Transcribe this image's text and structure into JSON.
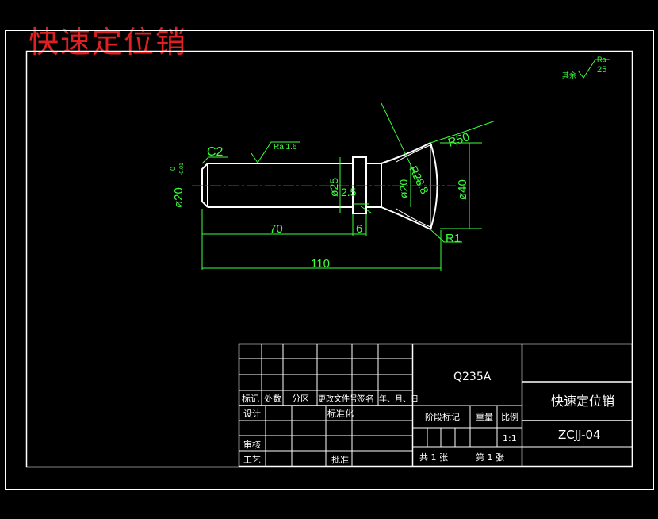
{
  "drawing_title": "快速定位销",
  "surface_note": {
    "prefix": "其余",
    "ra_label": "Ra",
    "ra_value": "25"
  },
  "dimensions": {
    "chamfer": "C2",
    "roughness": "Ra 1.6",
    "shaft_dia": "ø20",
    "shaft_tol_upper": "0",
    "shaft_tol_lower": "-0.01",
    "collar_dia": "ø25",
    "groove_w": "2.5",
    "neck_dia": "ø20",
    "radius_28": "R28.8",
    "radius_50": "R50",
    "head_dia": "ø40",
    "radius_1": "R1",
    "len_70": "70",
    "len_6": "6",
    "len_110": "110"
  },
  "title_block": {
    "material": "Q235A",
    "part_name": "快速定位销",
    "drawing_no": "ZCJJ-04",
    "row_labels": [
      "标记",
      "处数",
      "分区",
      "更改文件号",
      "签名",
      "年、月、日"
    ],
    "design": "设计",
    "standardize": "标准化",
    "review": "审核",
    "process": "工艺",
    "approve": "批准",
    "stage_mark": "阶段标记",
    "weight": "重量",
    "scale_label": "比例",
    "scale_value": "1:1",
    "sheets_total": "共 1 张",
    "sheet_no": "第 1 张"
  }
}
